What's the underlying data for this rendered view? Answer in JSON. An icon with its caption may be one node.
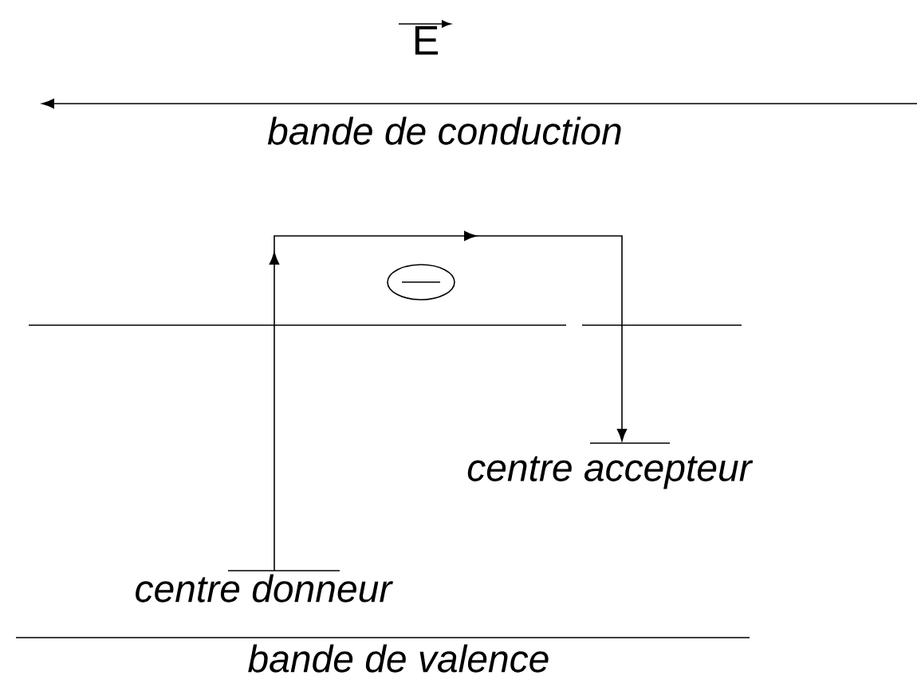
{
  "diagram": {
    "nodes": [
      {
        "text": [
          "bande de conduction"
        ]
      },
      {
        "text": [
          "centre donneur"
        ]
      },
      {
        "text": [
          "centre accepteur"
        ]
      },
      {
        "text": [
          "bande de valence"
        ]
      }
    ],
    "edges": [
      {
        "from": 1,
        "to": 2,
        "arrow": "to"
      }
    ],
    "labels": [
      "E"
    ]
  }
}
